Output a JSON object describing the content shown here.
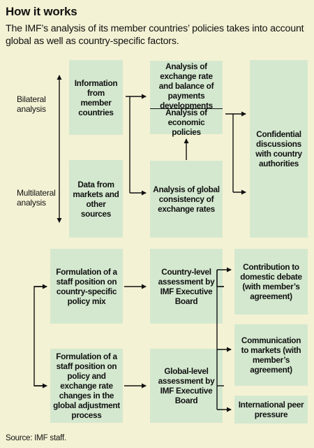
{
  "header": {
    "title": "How it works",
    "subtitle": "The IMF’s analysis of its member countries’ policies takes into account global as well as country-specific factors."
  },
  "labels": {
    "bilateral": "Bilateral analysis",
    "multilateral": "Multilateral analysis"
  },
  "boxes": {
    "information": "Information from member countries",
    "data": "Data from markets and other sources",
    "exchange_rate_analysis": "Analysis of exchange rate and balance of payments developments",
    "economic_policies": "Analysis of economic policies",
    "global_consistency": "Analysis of global consistency of exchange rates",
    "confidential": "Confidential discussions with country authorities",
    "staff_country_specific": "Formulation of a staff position on country-specific policy mix",
    "staff_exchange_rate": "Formulation of a staff position on policy and exchange rate changes in the global adjustment process",
    "country_level": "Country-level assessment by IMF Executive Board",
    "global_level": "Global-level assessment by IMF Executive Board",
    "domestic_debate": "Contribution to domestic debate (with member’s agreement)",
    "communication": "Communication to markets (with member’s agreement)",
    "peer_pressure": "International peer pressure"
  },
  "footer": {
    "source": "Source: IMF staff."
  },
  "colors": {
    "background": "#f4f2d4",
    "box": "#d4e8cf",
    "ink": "#111111"
  }
}
